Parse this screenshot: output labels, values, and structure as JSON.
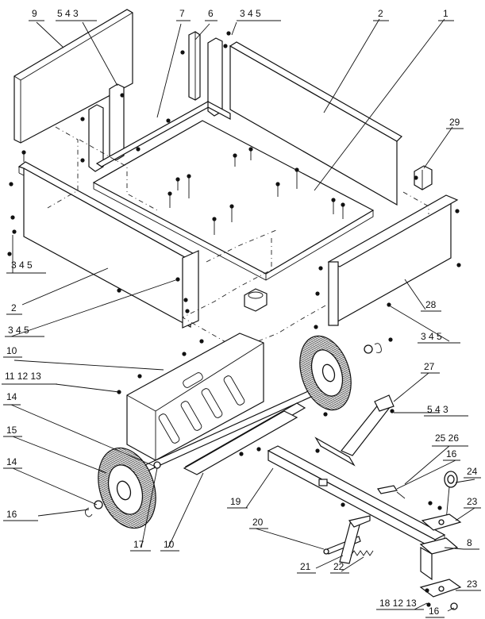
{
  "diagram": {
    "callouts": [
      {
        "id": "c9",
        "text": "9"
      },
      {
        "id": "c543a",
        "text": "5  4  3"
      },
      {
        "id": "c7",
        "text": "7"
      },
      {
        "id": "c6",
        "text": "6"
      },
      {
        "id": "c345a",
        "text": "3  4  5"
      },
      {
        "id": "c2a",
        "text": "2"
      },
      {
        "id": "c1",
        "text": "1"
      },
      {
        "id": "c29",
        "text": "29"
      },
      {
        "id": "c345b",
        "text": "3  4  5"
      },
      {
        "id": "c2b",
        "text": "2"
      },
      {
        "id": "c28",
        "text": "28"
      },
      {
        "id": "c345c",
        "text": "3  4  5"
      },
      {
        "id": "c345d",
        "text": "3  4  5"
      },
      {
        "id": "c10a",
        "text": "10"
      },
      {
        "id": "c111213",
        "text": "11 12 13"
      },
      {
        "id": "c27",
        "text": "27"
      },
      {
        "id": "c14a",
        "text": "14"
      },
      {
        "id": "c543b",
        "text": "5  4  3"
      },
      {
        "id": "c15",
        "text": "15"
      },
      {
        "id": "c2526",
        "text": "25 26"
      },
      {
        "id": "c16a",
        "text": "16"
      },
      {
        "id": "c14b",
        "text": "14"
      },
      {
        "id": "c24",
        "text": "24"
      },
      {
        "id": "c19",
        "text": "19"
      },
      {
        "id": "c23a",
        "text": "23"
      },
      {
        "id": "c16b",
        "text": "16"
      },
      {
        "id": "c20",
        "text": "20"
      },
      {
        "id": "c8",
        "text": "8"
      },
      {
        "id": "c17",
        "text": "17"
      },
      {
        "id": "c10b",
        "text": "10"
      },
      {
        "id": "c21",
        "text": "21"
      },
      {
        "id": "c22",
        "text": "22"
      },
      {
        "id": "c23b",
        "text": "23"
      },
      {
        "id": "c181213",
        "text": "18 12 13"
      },
      {
        "id": "c16c",
        "text": "16"
      }
    ]
  }
}
